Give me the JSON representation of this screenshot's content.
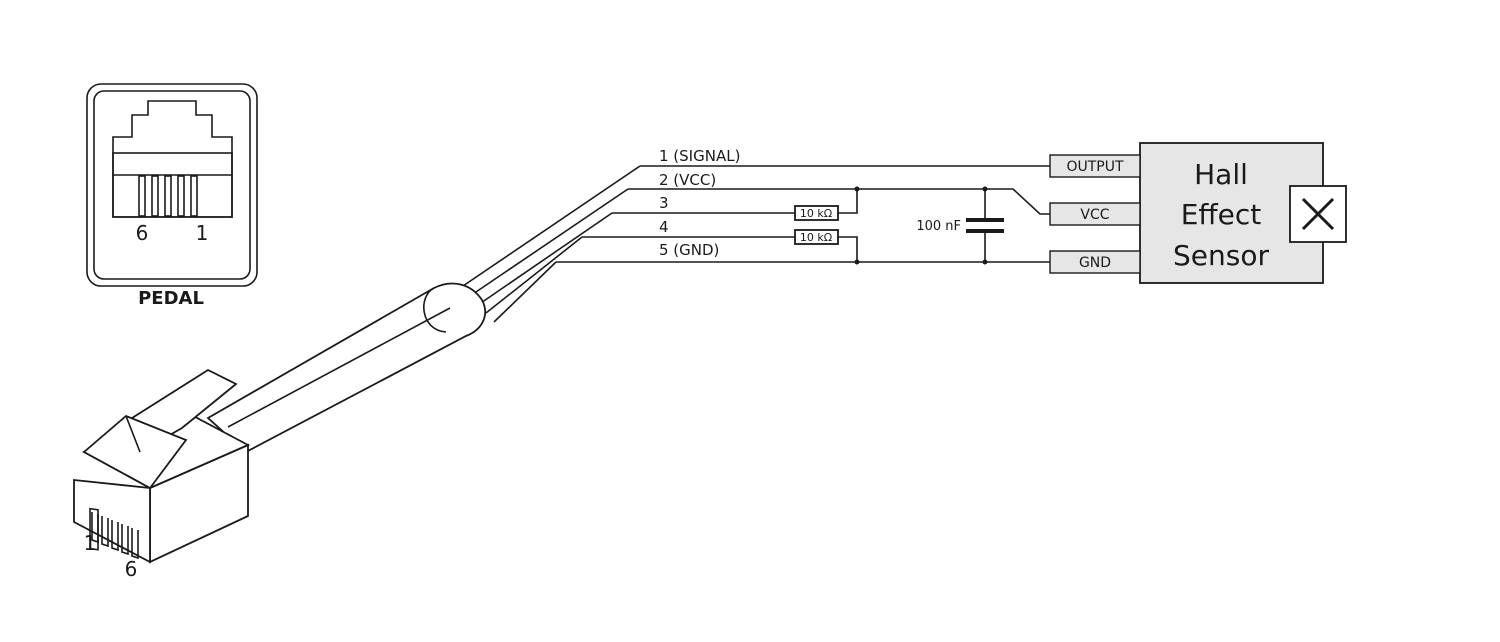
{
  "pedal_jack": {
    "label": "PEDAL",
    "pin_left": "6",
    "pin_right": "1"
  },
  "plug": {
    "pin_a": "1",
    "pin_b": "6"
  },
  "wires": [
    {
      "label": "1 (SIGNAL)"
    },
    {
      "label": "2 (VCC)"
    },
    {
      "label": "3"
    },
    {
      "label": "4"
    },
    {
      "label": "5 (GND)"
    }
  ],
  "resistors": [
    {
      "value": "10 kΩ"
    },
    {
      "value": "10 kΩ"
    }
  ],
  "capacitor": {
    "value": "100 nF"
  },
  "sensor": {
    "title_line1": "Hall",
    "title_line2": "Effect",
    "title_line3": "Sensor",
    "pins": [
      "OUTPUT",
      "VCC",
      "GND"
    ]
  },
  "colors": {
    "ink": "#1a1a1a",
    "sensor_fill": "#e6e6e6",
    "pin_fill": "#e6e6e6"
  }
}
